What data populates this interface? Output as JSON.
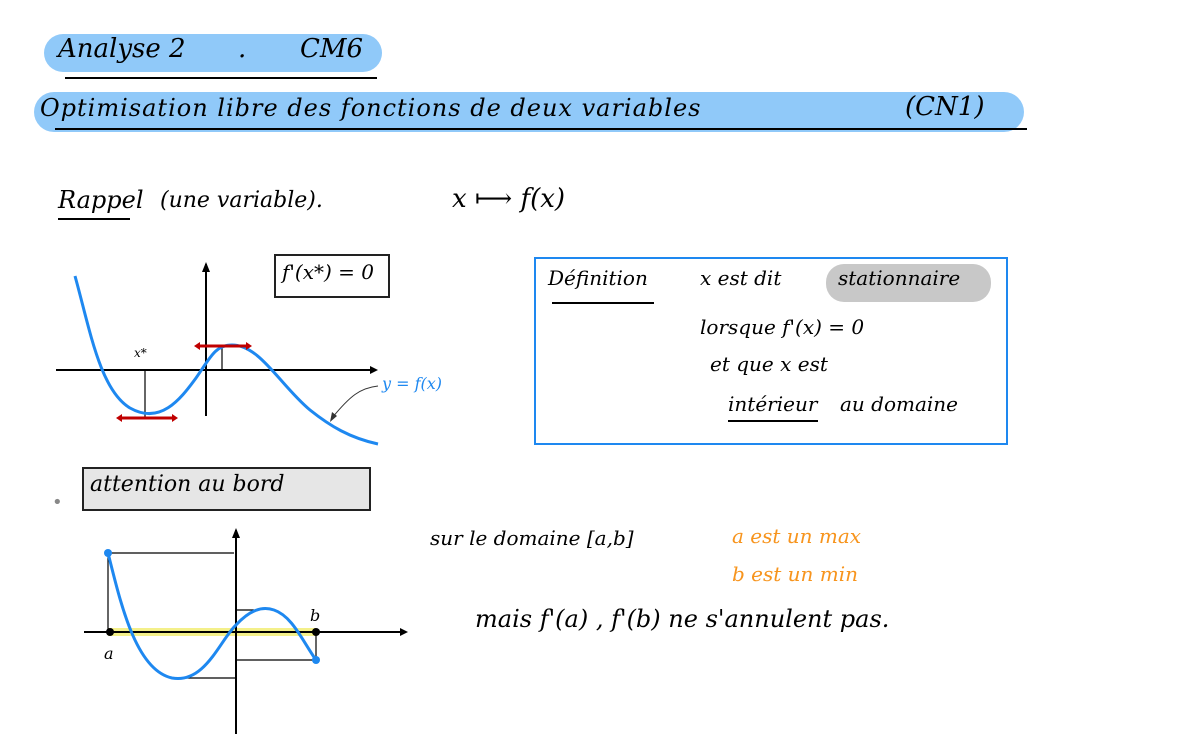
{
  "title": {
    "course": "Analyse 2",
    "separator": ".",
    "chapter": "CM6"
  },
  "subtitle": {
    "text": "Optimisation libre des fonctions de deux variables",
    "tag": "(CN1)"
  },
  "reminder": {
    "label": "Rappel",
    "paren": "(une variable).",
    "mapping": "x ⟼ f(x)"
  },
  "graph1": {
    "condition": "f'(x*) = 0",
    "x_star_label": "x*",
    "curve_label": "y = f(x)"
  },
  "definition": {
    "label": "Définition",
    "line1_prefix": "x est dit",
    "highlight": "stationnaire",
    "line2": "lorsque  f'(x) = 0",
    "line3": "et que x est",
    "line4_underlined": "intérieur",
    "line4_rest": "au domaine"
  },
  "warning": {
    "bullet": "•",
    "text": "attention au bord"
  },
  "graph2": {
    "label_a": "a",
    "label_b": "b"
  },
  "boundary_note": {
    "domain_text": "sur le domaine [a,b]",
    "a_max": "a est un max",
    "b_min": "b est un min",
    "conclusion": "mais  f'(a) , f'(b)  ne s'annulent pas."
  },
  "colors": {
    "title_band": "#90c9f9",
    "curve": "#1e88f0",
    "tangent": "#c00000",
    "definition_border": "#1e88f0",
    "highlight_pill": "#c8c8c8",
    "warning_box": "#e6e6e6",
    "orange_note": "#f7941d",
    "domain_highlight": "#f4f08a"
  }
}
